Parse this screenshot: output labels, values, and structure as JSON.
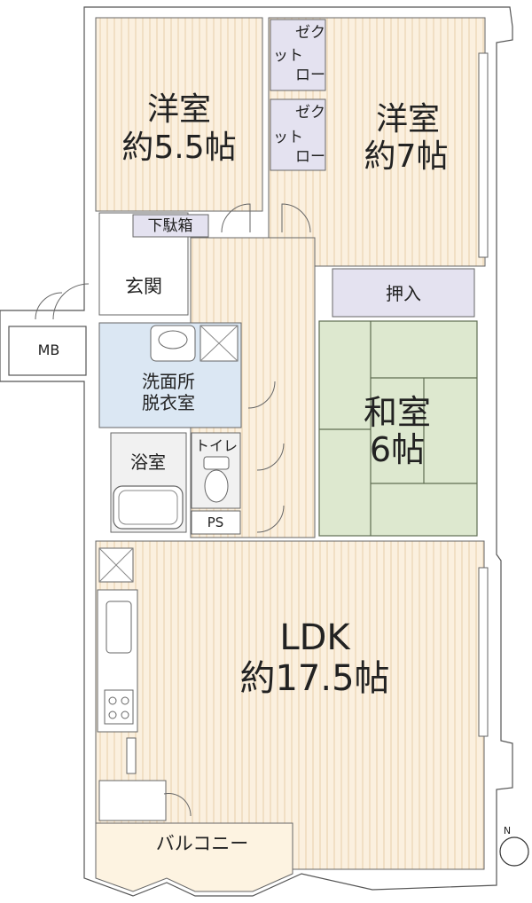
{
  "rooms": {
    "western_left": {
      "name": "洋室",
      "size": "約5.5帖"
    },
    "western_right": {
      "name": "洋室",
      "size": "約7帖"
    },
    "closet_a": {
      "col1": "ゼク",
      "col2": "ット",
      "col3": "ロー"
    },
    "closet_b": {
      "col1": "ゼク",
      "col2": "ット",
      "col3": "ロー"
    },
    "shoe_box": "下駄箱",
    "entrance": "玄関",
    "mb": "MB",
    "closet_oshiire": "押入",
    "washroom": {
      "line1": "洗面所",
      "line2": "脱衣室"
    },
    "japanese": {
      "name": "和室",
      "size": "6帖"
    },
    "bathroom": "浴室",
    "toilet": "トイレ",
    "ps": "PS",
    "ldk": {
      "name": "LDK",
      "size": "約17.5帖"
    },
    "balcony": "バルコニー"
  },
  "compass": {
    "north": "N"
  },
  "colors": {
    "wood_floor": "#fbf0df",
    "wood_stripe": "#f1dfc4",
    "tatami": "#dde8cf",
    "tatami_line": "#5f6d52",
    "storage": "#e4e2f0",
    "washroom": "#dbe7f3",
    "wet_area": "#f1f1f1",
    "wall": "#555555"
  }
}
